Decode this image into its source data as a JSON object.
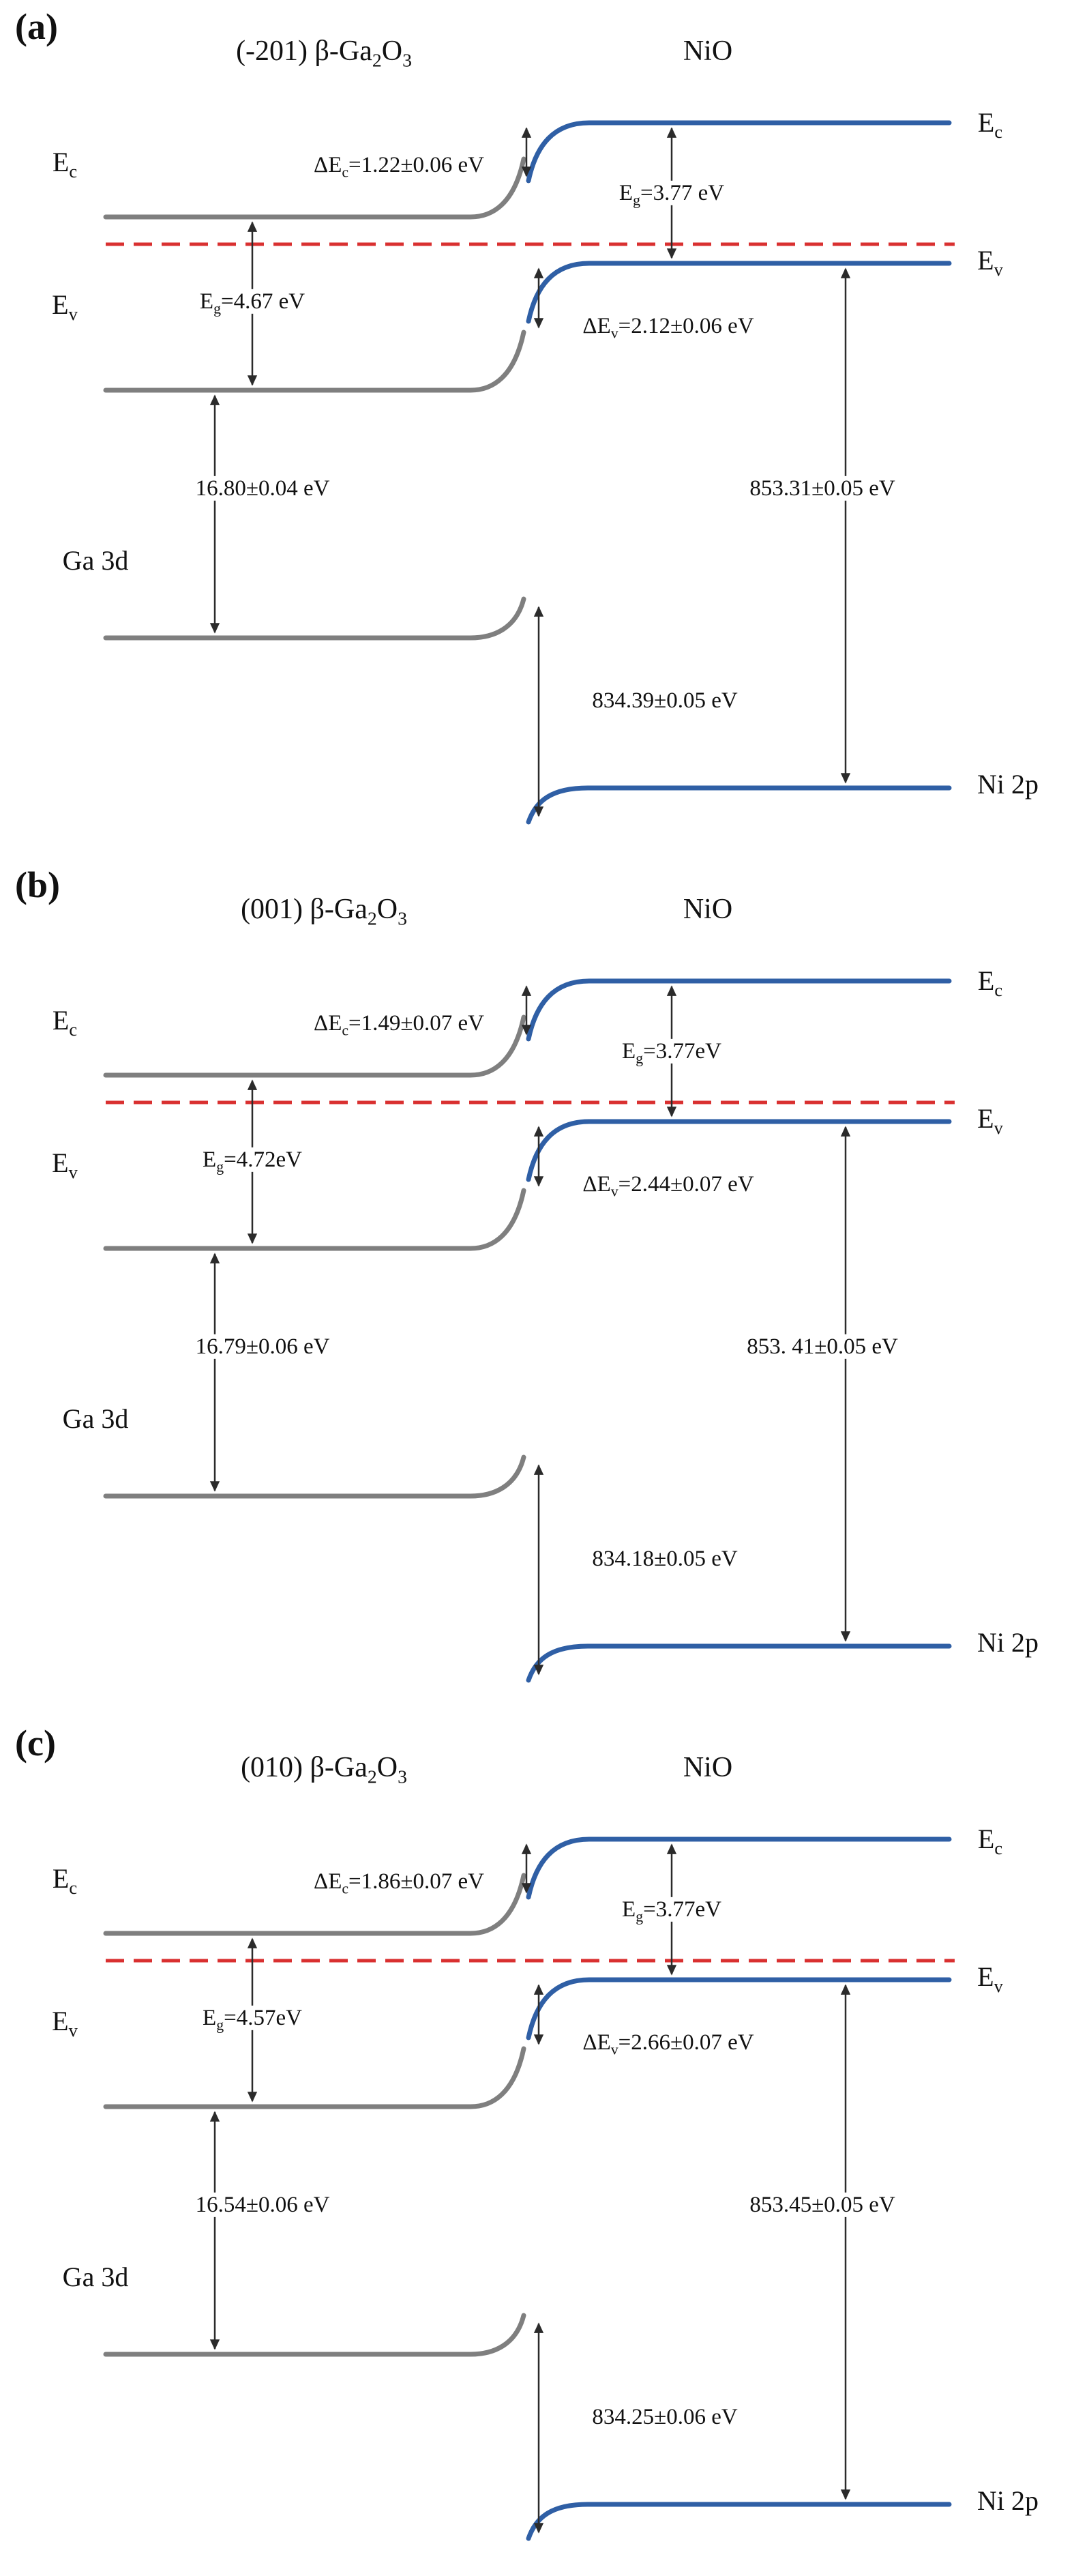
{
  "figure": {
    "background": "#ffffff",
    "colors": {
      "ga2o3_band": "#7f7f7f",
      "nio_band": "#2f5fa5",
      "fermi_level_dashed": "#d93030",
      "arrows": "#2b2b2b",
      "text": "#111111"
    }
  },
  "panels": [
    {
      "tag": "(a)",
      "title": {
        "p1": "(-201) β-Ga",
        "s1": "2",
        "p2": "O",
        "s2": "3"
      },
      "nio": "NiO",
      "ec": {
        "p": "E",
        "s": "c"
      },
      "ev": {
        "p": "E",
        "s": "v"
      },
      "delta_ec": {
        "p": "ΔE",
        "s": "c",
        "t": "=1.22±0.06 eV"
      },
      "eg_nio": {
        "p": "E",
        "s": "g",
        "t": "=3.77 eV"
      },
      "eg_ga2o3": {
        "p": "E",
        "s": "g",
        "t": "=4.67 eV"
      },
      "delta_ev": {
        "p": "ΔE",
        "s": "v",
        "t": "=2.12±0.06 eV"
      },
      "ga3d_to_ev": "16.80±0.04 eV",
      "ni2p_to_ev": "853.31±0.05 eV",
      "interface_core_gap": "834.39±0.05 eV",
      "ga3d": "Ga 3d",
      "ni2p": "Ni 2p"
    },
    {
      "tag": "(b)",
      "title": {
        "p1": "(001) β-Ga",
        "s1": "2",
        "p2": "O",
        "s2": "3"
      },
      "nio": "NiO",
      "ec": {
        "p": "E",
        "s": "c"
      },
      "ev": {
        "p": "E",
        "s": "v"
      },
      "delta_ec": {
        "p": "ΔE",
        "s": "c",
        "t": "=1.49±0.07 eV"
      },
      "eg_nio": {
        "p": "E",
        "s": "g",
        "t": "=3.77eV"
      },
      "eg_ga2o3": {
        "p": "E",
        "s": "g",
        "t": "=4.72eV"
      },
      "delta_ev": {
        "p": "ΔE",
        "s": "v",
        "t": "=2.44±0.07 eV"
      },
      "ga3d_to_ev": "16.79±0.06 eV",
      "ni2p_to_ev": "853. 41±0.05 eV",
      "interface_core_gap": "834.18±0.05 eV",
      "ga3d": "Ga 3d",
      "ni2p": "Ni 2p"
    },
    {
      "tag": "(c)",
      "title": {
        "p1": "(010) β-Ga",
        "s1": "2",
        "p2": "O",
        "s2": "3"
      },
      "nio": "NiO",
      "ec": {
        "p": "E",
        "s": "c"
      },
      "ev": {
        "p": "E",
        "s": "v"
      },
      "delta_ec": {
        "p": "ΔE",
        "s": "c",
        "t": "=1.86±0.07 eV"
      },
      "eg_nio": {
        "p": "E",
        "s": "g",
        "t": "=3.77eV"
      },
      "eg_ga2o3": {
        "p": "E",
        "s": "g",
        "t": "=4.57eV"
      },
      "delta_ev": {
        "p": "ΔE",
        "s": "v",
        "t": "=2.66±0.07 eV"
      },
      "ga3d_to_ev": "16.54±0.06 eV",
      "ni2p_to_ev": "853.45±0.05 eV",
      "interface_core_gap": "834.25±0.06 eV",
      "ga3d": "Ga 3d",
      "ni2p": "Ni 2p"
    }
  ]
}
